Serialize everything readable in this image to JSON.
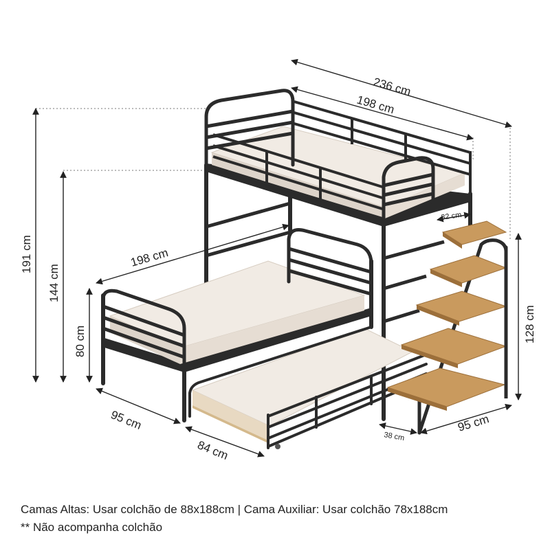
{
  "dimensions": {
    "top_bed_total_length": "236 cm",
    "top_bed_length": "198 cm",
    "lower_bed_length": "198 cm",
    "total_height": "191 cm",
    "top_bed_height": "144 cm",
    "lower_bed_height": "80 cm",
    "stair_height": "128 cm",
    "lower_bed_width": "95 cm",
    "trundle_width": "84 cm",
    "stair_depth": "95 cm",
    "step_width": "38 cm",
    "step_depth": "32 cm"
  },
  "notes": {
    "mattress_info": "Camas Altas: Usar colchão de 88x188cm | Cama Auxiliar: Usar colchão 78x188cm",
    "disclaimer": "** Não acompanha colchão"
  },
  "colors": {
    "frame": "#2b2b2b",
    "mattress": "#f1ebe4",
    "mattress_shade": "#ddd4ca",
    "wood": "#c99a5e",
    "wood_edge": "#9c6f3a"
  }
}
